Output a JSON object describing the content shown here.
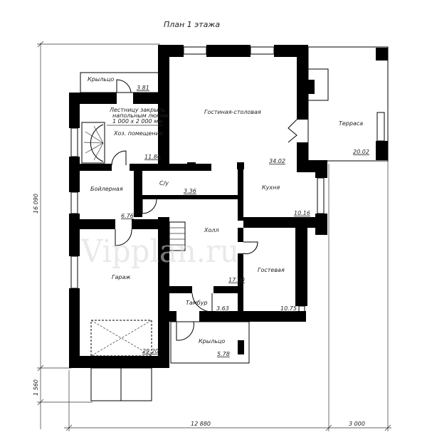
{
  "title": "План 1 этажа",
  "watermark": "Vipplan.ru",
  "rooms": [
    {
      "name": "Крыльцо",
      "area": "3.81"
    },
    {
      "name": "Хоз. помещение",
      "area": "11.86"
    },
    {
      "name": "Гостиная-столовая",
      "area": "34.02"
    },
    {
      "name": "Терраса",
      "area": "20.02"
    },
    {
      "name": "Бойлерная",
      "area": "6.76"
    },
    {
      "name": "С/у",
      "area": "3.36"
    },
    {
      "name": "Кухня",
      "area": "10.16"
    },
    {
      "name": "Холл",
      "area": "17.00"
    },
    {
      "name": "Гараж",
      "area": "29.20"
    },
    {
      "name": "Гостевая",
      "area": "10.75"
    },
    {
      "name": "Тамбур",
      "area": "3.63"
    },
    {
      "name": "Крыльцо",
      "area": "5.78"
    }
  ],
  "note": [
    "Лестницу закрыть",
    "напольным люком",
    "1 000 x 2 000 мм"
  ],
  "dimensions": {
    "height_total": "16 090",
    "height_porch": "1 560",
    "width_main": "12 880",
    "width_terrace": "3 000"
  }
}
